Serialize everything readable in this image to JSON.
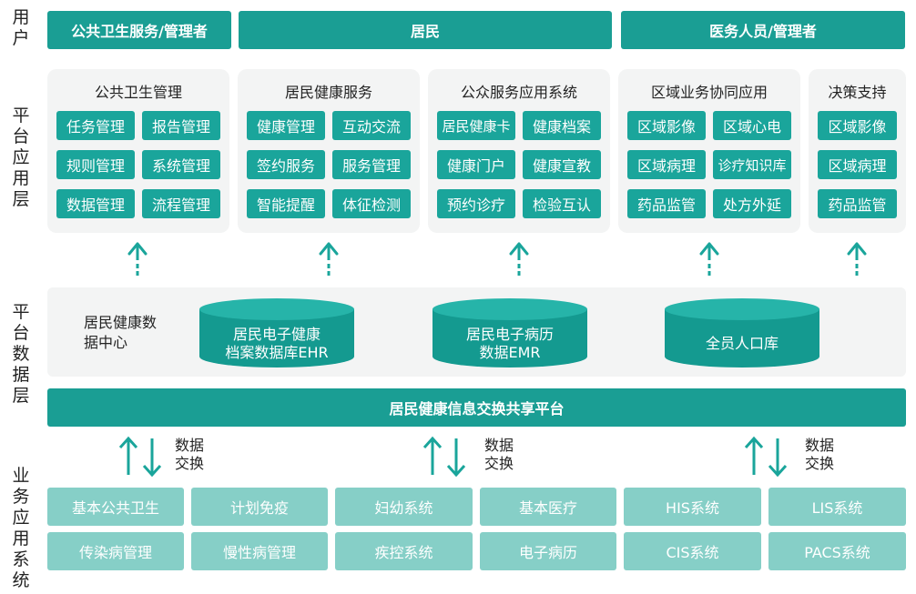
{
  "layers": {
    "user": "用户",
    "app": "平台应用层",
    "data": "平台数据层",
    "biz": "业务应用系统"
  },
  "users": [
    "公共卫生服务/管理者",
    "居民",
    "医务人员/管理者"
  ],
  "app_panels": [
    {
      "title": "公共卫生管理",
      "items": [
        "任务管理",
        "报告管理",
        "规则管理",
        "系统管理",
        "数据管理",
        "流程管理"
      ]
    },
    {
      "title": "居民健康服务",
      "items": [
        "健康管理",
        "互动交流",
        "签约服务",
        "服务管理",
        "智能提醒",
        "体征检测"
      ]
    },
    {
      "title": "公众服务应用系统",
      "items": [
        "居民健康卡",
        "健康档案",
        "健康门户",
        "健康宣教",
        "预约诊疗",
        "检验互认"
      ]
    },
    {
      "title": "区域业务协同应用",
      "items": [
        "区域影像",
        "区域心电",
        "区域病理",
        "诊疗知识库",
        "药品监管",
        "处方外延"
      ]
    },
    {
      "title": "决策支持",
      "items": [
        "区域影像",
        "区域病理",
        "药品监管"
      ]
    }
  ],
  "data_center": {
    "label_line1": "居民健康数",
    "label_line2": "据中心",
    "dbs": [
      {
        "line1": "居民电子健康",
        "line2": "档案数据库EHR"
      },
      {
        "line1": "居民电子病历",
        "line2": "数据EMR"
      },
      {
        "line1": "全员人口库",
        "line2": ""
      }
    ]
  },
  "platform": "居民健康信息交换共享平台",
  "exchange": {
    "line1": "数据",
    "line2": "交换"
  },
  "biz_systems": [
    [
      "基本公共卫生",
      "计划免疫",
      "妇幼系统",
      "基本医疗",
      "HIS系统",
      "LIS系统"
    ],
    [
      "传染病管理",
      "慢性病管理",
      "疾控系统",
      "电子病历",
      "CIS系统",
      "PACS系统"
    ]
  ],
  "colors": {
    "primary": "#1a9e94",
    "tile": "#1aa59b",
    "light_tile": "#86cfc7",
    "panel": "#f3f4f4"
  }
}
